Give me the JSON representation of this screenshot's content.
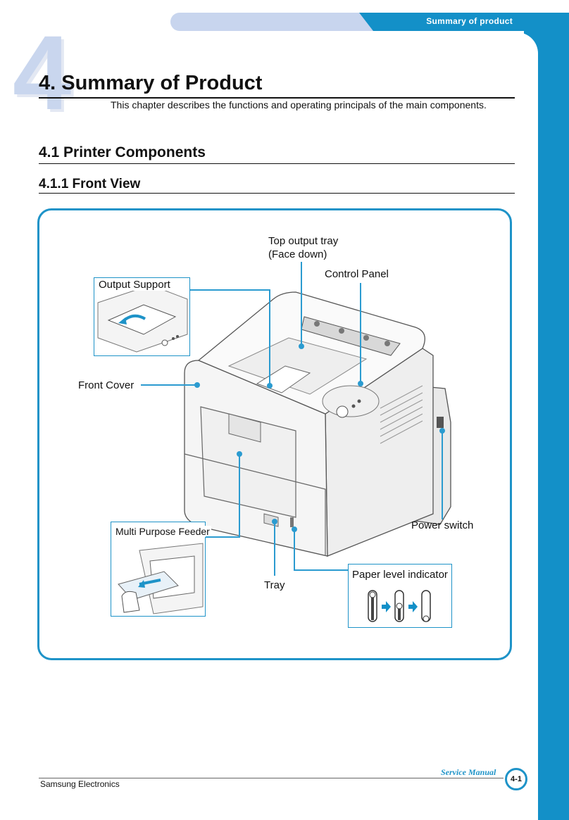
{
  "header": {
    "section_label": "Summary of product"
  },
  "chapter_number": "4",
  "title": "4. Summary of Product",
  "subtitle": "This chapter describes the functions and operating principals of the main components.",
  "section": {
    "heading": "4.1 Printer Components"
  },
  "subsection": {
    "heading": "4.1.1 Front View"
  },
  "figure": {
    "labels": {
      "top_output_tray": "Top output tray",
      "face_down": "(Face down)",
      "control_panel": "Control Panel",
      "output_support": "Output Support",
      "front_cover": "Front Cover",
      "multi_purpose_feeder": "Multi Purpose Feeder",
      "tray": "Tray",
      "power_switch": "Power switch",
      "paper_level_indicator": "Paper level indicator"
    }
  },
  "footer": {
    "company": "Samsung Electronics",
    "manual": "Service Manual",
    "page": "4-1"
  },
  "colors": {
    "accent": "#1390c8",
    "band": "#c8d5ee"
  }
}
